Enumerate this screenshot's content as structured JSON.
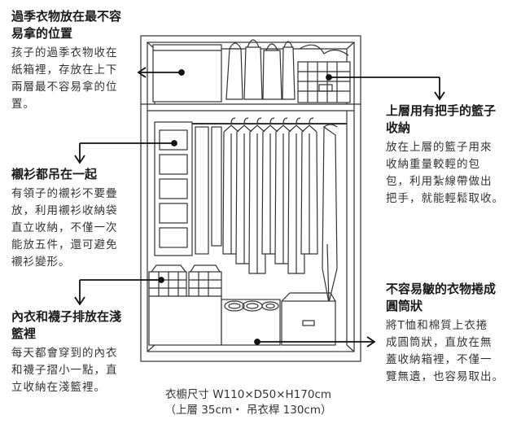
{
  "notes": {
    "top_left": {
      "title": "過季衣物放在最不容\n易拿的位置",
      "body": "孩子的過季衣物收在\n紙箱裡，存放在上下\n兩層最不容易拿的位\n置。"
    },
    "shirts": {
      "title": "襯衫都吊在一起",
      "body": "有領子的襯衫不要疊\n放，利用襯衫收納袋\n直立收納，不僅一次\n能放五件，還可避免\n襯衫變形。"
    },
    "underwear": {
      "title": "內衣和襪子排放在淺\n籃裡",
      "body": "每天都會穿到的內衣\n和襪子摺小一點，直\n立收納在淺籃裡。"
    },
    "basket": {
      "title": "上層用有把手的籃子\n收納",
      "body": "放在上層的籃子用來\n收納重量較輕的包\n包，利用紮線帶做出\n把手，就能輕鬆取收。"
    },
    "rolled": {
      "title": "不容易皺的衣物捲成\n圓筒狀",
      "body": "將T恤和棉質上衣捲\n成圓筒狀，直放在無\n蓋收納箱裡，不僅一\n覽無遺，也容易取出。"
    }
  },
  "caption": {
    "line1": "衣櫥尺寸 W110×D50×H170cm",
    "line2": "（上層 35cm・ 吊衣桿 130cm）"
  }
}
